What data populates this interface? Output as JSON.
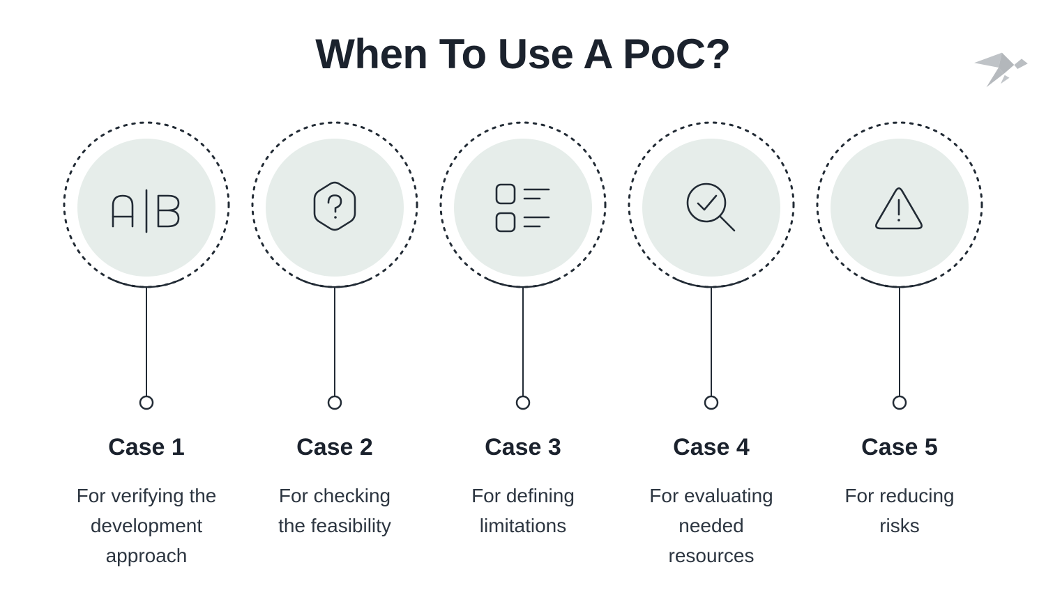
{
  "title": "When To Use A PoC?",
  "logo": {
    "icon": "origami-bird-logo"
  },
  "colors": {
    "ink": "#222b35",
    "title": "#1b222d",
    "text": "#2c3540",
    "bubble_fill": "#e6edea",
    "logo_gray": "#b7bbbf",
    "background": "#ffffff"
  },
  "cases": [
    {
      "label": "Case 1",
      "description": "For verifying the\ndevelopment\napproach",
      "icon": "ab-comparison-icon"
    },
    {
      "label": "Case 2",
      "description": "For checking\nthe feasibility",
      "icon": "hexagon-question-icon"
    },
    {
      "label": "Case 3",
      "description": "For defining\nlimitations",
      "icon": "checklist-icon"
    },
    {
      "label": "Case 4",
      "description": "For evaluating\nneeded\nresources",
      "icon": "magnifier-check-icon"
    },
    {
      "label": "Case 5",
      "description": "For reducing\nrisks",
      "icon": "warning-triangle-icon"
    }
  ]
}
